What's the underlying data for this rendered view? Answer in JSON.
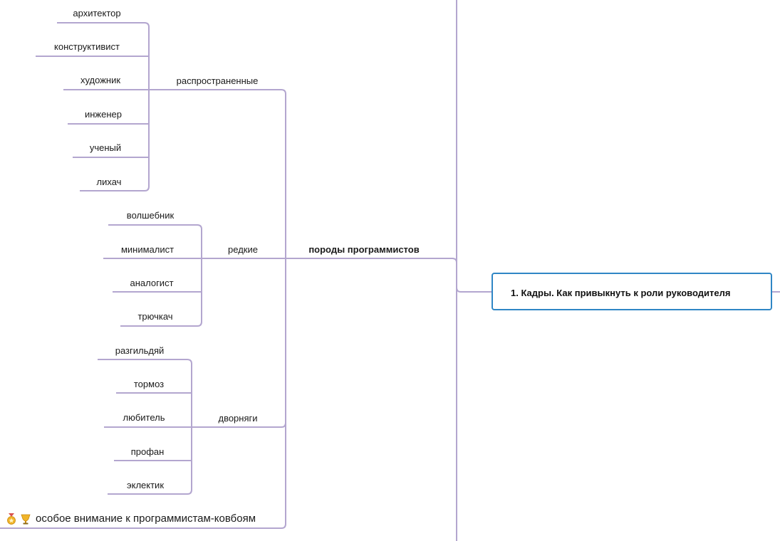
{
  "root": {
    "label": "1. Кадры. Как привыкнуть к роли руководителя"
  },
  "main_topic": {
    "label": "породы программистов"
  },
  "branches": [
    {
      "label": "распространенные",
      "children": [
        "архитектор",
        "конструктивист",
        "художник",
        "инженер",
        "ученый",
        "лихач"
      ]
    },
    {
      "label": "редкие",
      "children": [
        "волшебник",
        "минималист",
        "аналогист",
        "трючкач"
      ]
    },
    {
      "label": "дворняги",
      "children": [
        "разгильдяй",
        "тормоз",
        "любитель",
        "профан",
        "эклектик"
      ]
    }
  ],
  "note": {
    "label": "особое внимание к программистам-ковбоям",
    "icons": [
      "star-medal-icon",
      "trophy-icon"
    ]
  },
  "colors": {
    "line": "#b3a6cf",
    "root_border": "#2f86c5",
    "connector": "#8a8a8a"
  }
}
